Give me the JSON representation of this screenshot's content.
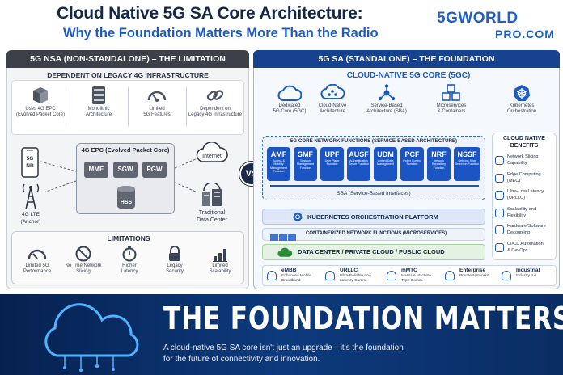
{
  "header": {
    "title": "Cloud Native 5G SA Core Architecture:",
    "subtitle": "Why the Foundation Matters More Than the Radio",
    "logo_top": "5GWORLD",
    "logo_bottom": "PRO.COM"
  },
  "left": {
    "heading": "5G NSA (NON-STANDALONE) – THE LIMITATION",
    "subheading": "DEPENDENT ON LEGACY 4G INFRASTRUCTURE",
    "top_items": [
      {
        "icon": "server-stack-icon",
        "label_1": "Uses 4G EPC",
        "label_2": "(Evolved Packet Core)"
      },
      {
        "icon": "server-rack-icon",
        "label_1": "Monolithic",
        "label_2": "Architecture"
      },
      {
        "icon": "gauge-icon",
        "label_1": "Limited",
        "label_2": "5G Features"
      },
      {
        "icon": "chain-link-icon",
        "label_1": "Dependent on",
        "label_2": "Legacy 4G Infrastructure"
      }
    ],
    "phone_label_1": "5G",
    "phone_label_2": "NR",
    "tower_label_1": "4G LTE",
    "tower_label_2": "(Anchor)",
    "epc_title": "4G EPC (Evolved Packet Core)",
    "nodes": [
      "MME",
      "SGW",
      "PGW"
    ],
    "hss": "HSS",
    "internet": "Internet",
    "datacenter_1": "Traditional",
    "datacenter_2": "Data Center",
    "limitations_title": "LIMITATIONS",
    "limitations": [
      {
        "icon": "speedometer-icon",
        "label_1": "Limited 5G",
        "label_2": "Performance"
      },
      {
        "icon": "no-slicing-icon",
        "label_1": "No True Network",
        "label_2": "Slicing"
      },
      {
        "icon": "stopwatch-icon",
        "label_1": "Higher",
        "label_2": "Latency"
      },
      {
        "icon": "padlock-icon",
        "label_1": "Legacy",
        "label_2": "Security"
      },
      {
        "icon": "bar-chart-icon",
        "label_1": "Limited",
        "label_2": "Scalability"
      }
    ]
  },
  "vs": "VS",
  "right": {
    "heading": "5G SA (STANDALONE) – THE FOUNDATION",
    "subheading": "CLOUD-NATIVE 5G CORE (5GC)",
    "top_items": [
      {
        "icon": "cloud-icon",
        "label_1": "Dedicated",
        "label_2": "5G Core (5GC)"
      },
      {
        "icon": "cloud-network-icon",
        "label_1": "Cloud-Native",
        "label_2": "Architecture"
      },
      {
        "icon": "hub-nodes-icon",
        "label_1": "Service-Based",
        "label_2": "Architecture (SBA)"
      },
      {
        "icon": "container-cubes-icon",
        "label_1": "Microservices",
        "label_2": "& Containers"
      },
      {
        "icon": "kubernetes-wheel-icon",
        "label_1": "Kubernetes",
        "label_2": "Orchestration"
      }
    ],
    "nf_title": "5G CORE NETWORK FUNCTIONS (SERVICE-BASED ARCHITECTURE)",
    "functions": [
      {
        "name": "AMF",
        "desc": "Access & Mobility Management Function"
      },
      {
        "name": "SMF",
        "desc": "Session Management Function"
      },
      {
        "name": "UPF",
        "desc": "User Plane Function"
      },
      {
        "name": "AUSF",
        "desc": "Authentication Server Function"
      },
      {
        "name": "UDM",
        "desc": "Unified Data Management"
      },
      {
        "name": "PCF",
        "desc": "Policy Control Function"
      },
      {
        "name": "NRF",
        "desc": "Network Repository Function"
      },
      {
        "name": "NSSF",
        "desc": "Network Slice Selection Function"
      }
    ],
    "sba_label": "SBA (Service-Based Interfaces)",
    "k8s": "KUBERNETES ORCHESTRATION PLATFORM",
    "cnf": "CONTAINERIZED NETWORK FUNCTIONS (MICROSERVICES)",
    "dc": "DATA CENTER / PRIVATE CLOUD / PUBLIC CLOUD",
    "benefits_title_1": "CLOUD NATIVE",
    "benefits_title_2": "BENEFITS",
    "benefits": [
      {
        "icon": "network-slicing-icon",
        "label_1": "Network Slicing",
        "label_2": "Capability"
      },
      {
        "icon": "edge-computing-icon",
        "label_1": "Edge Computing",
        "label_2": "(MEC)"
      },
      {
        "icon": "low-latency-icon",
        "label_1": "Ultra-Low Latency",
        "label_2": "(URLLC)"
      },
      {
        "icon": "scalability-icon",
        "label_1": "Scalability and",
        "label_2": "Flexibility"
      },
      {
        "icon": "decoupling-icon",
        "label_1": "Hardware/Software",
        "label_2": "Decoupling"
      },
      {
        "icon": "cicd-icon",
        "label_1": "CI/CD Automation",
        "label_2": "& DevOps"
      }
    ],
    "use_cases": [
      {
        "icon": "wifi-icon",
        "name": "eMBB",
        "d1": "Enhanced Mobile",
        "d2": "Broadband"
      },
      {
        "icon": "wifi-icon",
        "name": "URLLC",
        "d1": "Ultra-Reliable Low",
        "d2": "Latency Comm."
      },
      {
        "icon": "iot-icon",
        "name": "mMTC",
        "d1": "Massive Machine",
        "d2": "Type Comm."
      },
      {
        "icon": "building-icon",
        "name": "Enterprise",
        "d1": "Private Networks",
        "d2": ""
      },
      {
        "icon": "industry-icon",
        "name": "Industrial",
        "d1": "Industry 4.0",
        "d2": ""
      }
    ]
  },
  "footer": {
    "headline": "THE FOUNDATION MATTERS",
    "line1": "A cloud-native 5G SA core isn't just an upgrade—it's the foundation",
    "line2": "for the future of connectivity and innovation."
  },
  "colors": {
    "navy": "#13294b",
    "blue": "#1c5bc4",
    "nf_blue": "#1a55c3",
    "dark_gray": "#3c4048",
    "green": "#2e8b3a"
  }
}
